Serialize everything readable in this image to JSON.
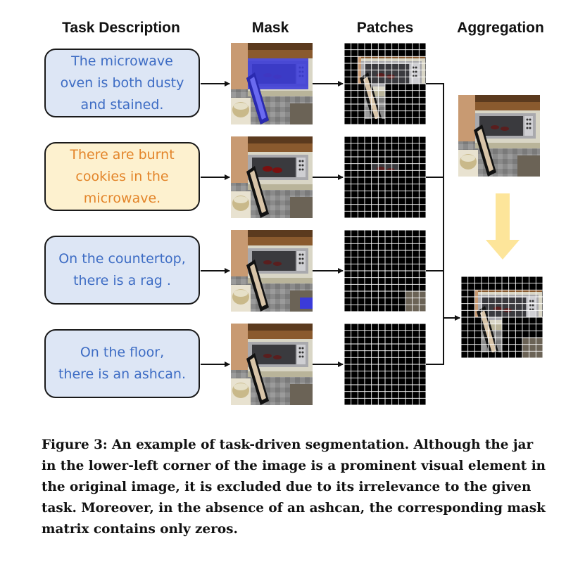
{
  "columns": {
    "task": "Task Description",
    "mask": "Mask",
    "patches": "Patches",
    "aggregation": "Aggregation"
  },
  "tasks": [
    {
      "text": "The microwave\noven is both dusty\nand stained.",
      "style": "blue"
    },
    {
      "text": "There are burnt\ncookies in the\nmicrowave.",
      "style": "yellow"
    },
    {
      "text": "On the countertop,\nthere is a rag .",
      "style": "blue"
    },
    {
      "text": "On the floor,\nthere is an ashcan.",
      "style": "blue"
    }
  ],
  "colors": {
    "blue_box_fill": "#dde6f5",
    "blue_text": "#3d6cc4",
    "yellow_box_fill": "#fdf1cf",
    "yellow_text": "#e3852a",
    "mask_highlight": "#3b3bd9",
    "aggregation_arrow": "#fde59a"
  },
  "icons": {
    "connector_arrow": "arrow-right-icon",
    "aggregation_arrow": "arrow-down-icon"
  },
  "caption": "Figure 3: An example of task-driven segmentation. Although the jar in the lower-left corner of the image is a prominent visual element in the original image, it is excluded due to its irrelevance to the given task. Moreover, in the absence of an ashcan, the corresponding mask matrix contains only zeros."
}
